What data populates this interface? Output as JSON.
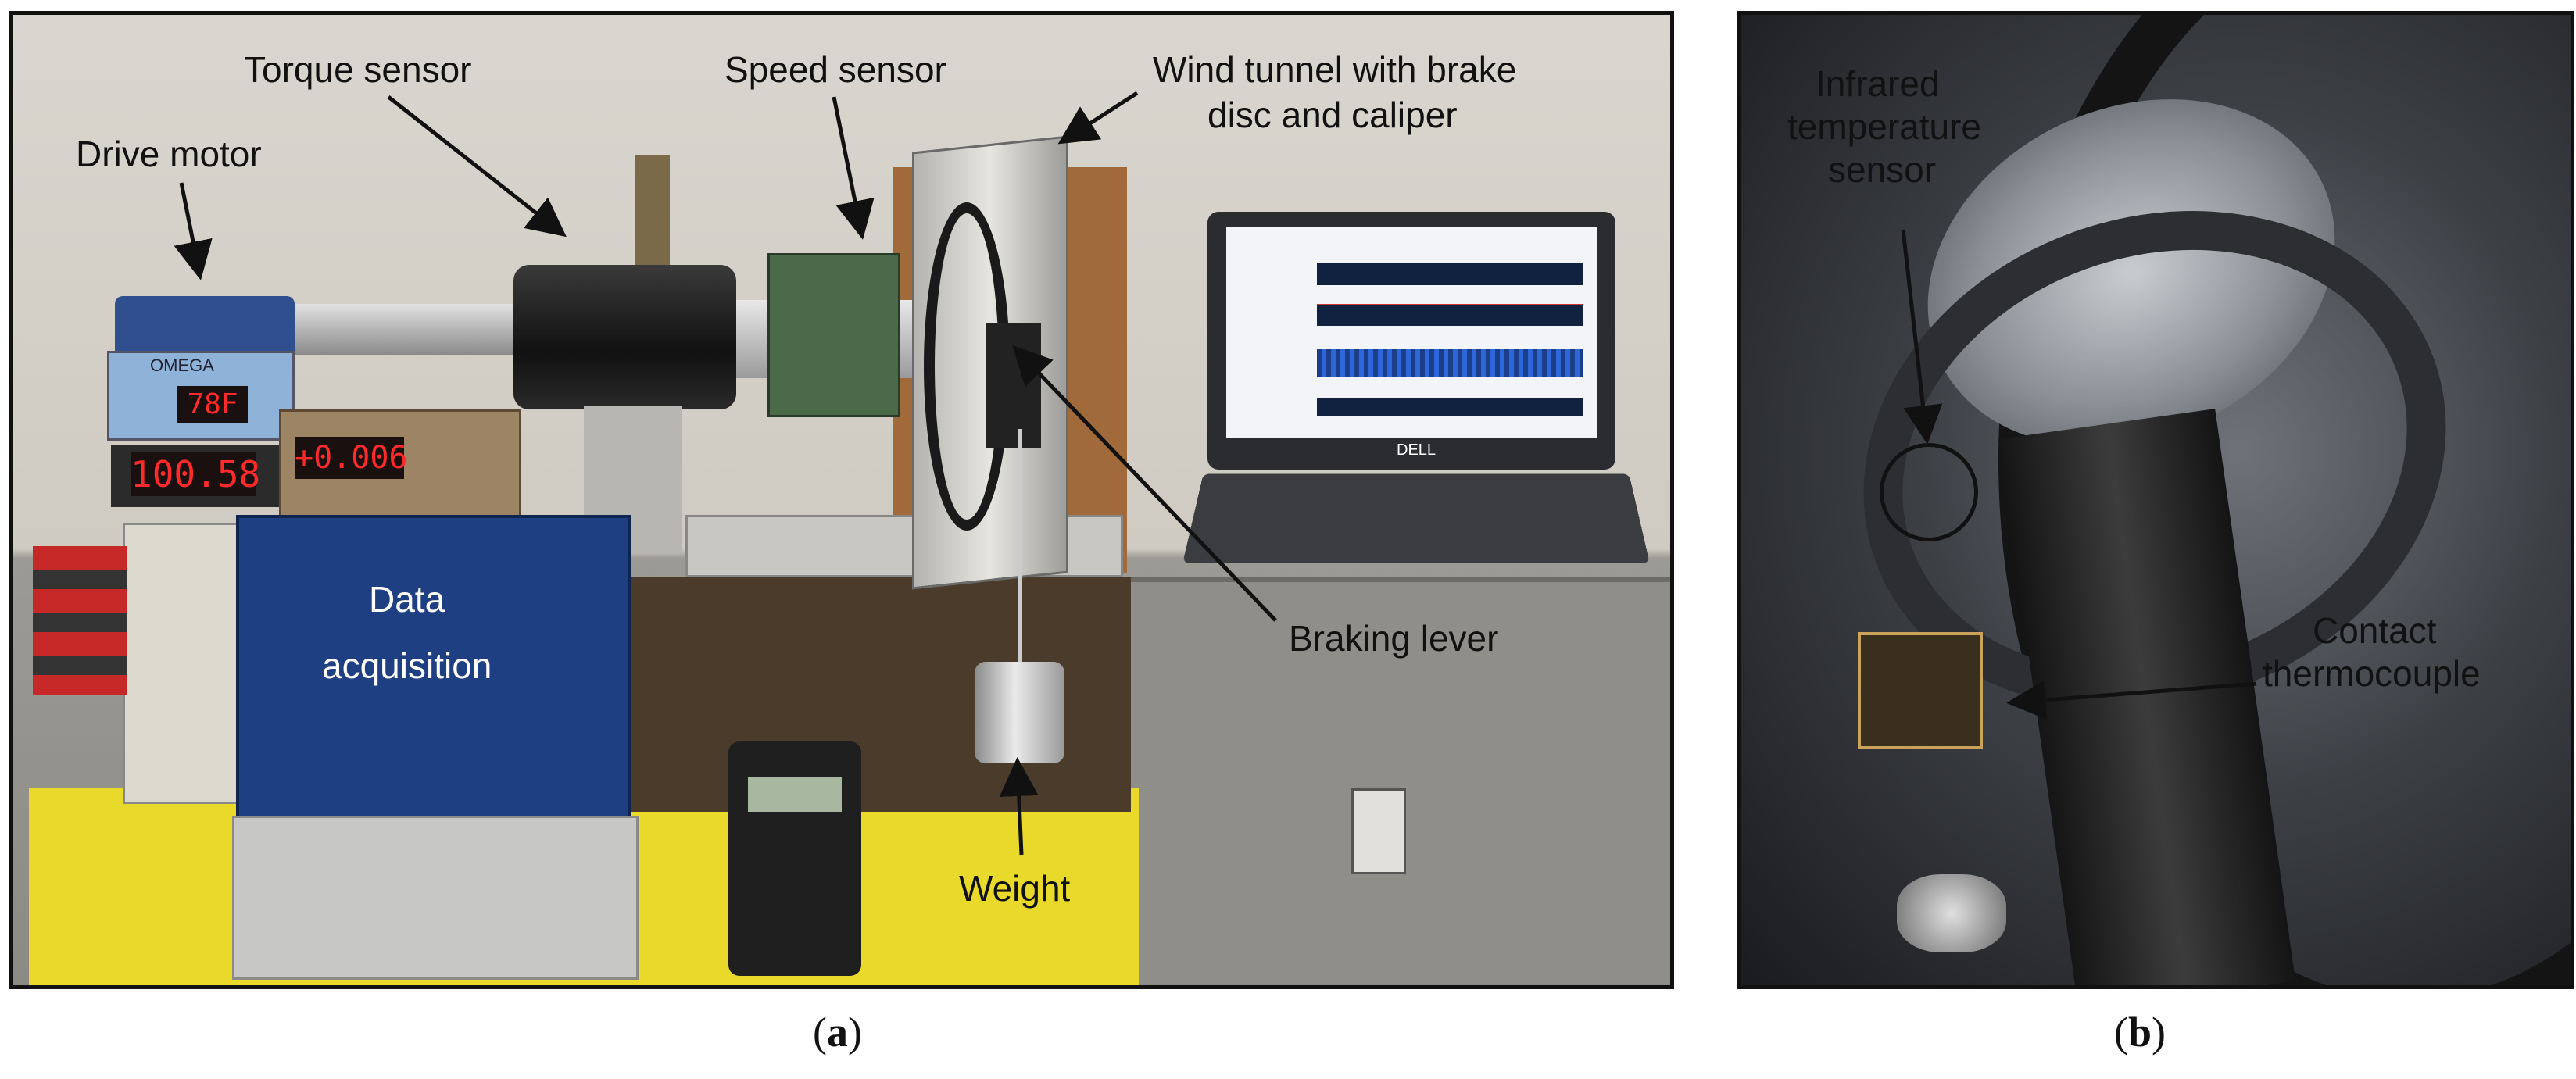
{
  "panel_a": {
    "labels": {
      "drive_motor": "Drive motor",
      "torque_sensor": "Torque sensor",
      "speed_sensor": "Speed sensor",
      "wind_tunnel_line1": "Wind tunnel with brake",
      "wind_tunnel_line2": "disc and caliper",
      "data_acquisition_line1": "Data",
      "data_acquisition_line2": "acquisition",
      "braking_lever": "Braking lever",
      "weight": "Weight"
    },
    "displays": {
      "temperature": "78F",
      "speed": "100.58",
      "torque": "+0.006"
    },
    "device_text": {
      "omega_panel": "OMEGA",
      "laptop_brand": "DELL"
    },
    "caption_letter": "a"
  },
  "panel_b": {
    "labels": {
      "infrared_line1": "Infrared",
      "infrared_line2": "temperature",
      "infrared_line3": "sensor",
      "contact_line1": "Contact",
      "contact_line2": "thermocouple"
    },
    "caption_letter": "b"
  },
  "colors": {
    "frame": "#111111",
    "daq_blue": "#1e3f82",
    "table_yellow": "#e8d92a",
    "lcd_red": "#ff2a2a"
  }
}
